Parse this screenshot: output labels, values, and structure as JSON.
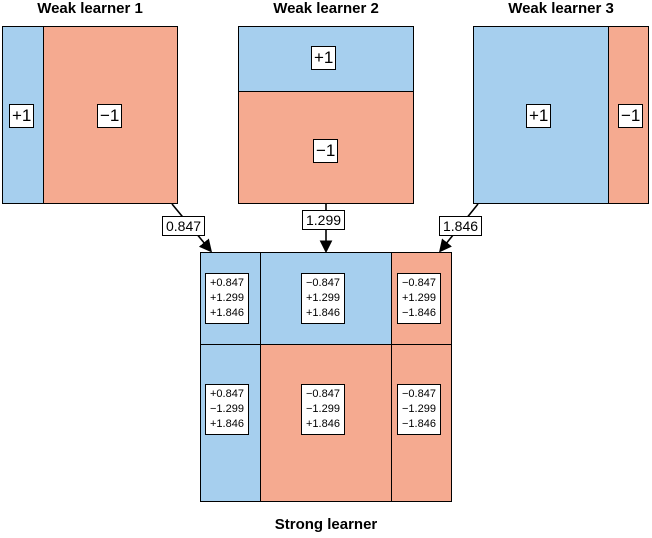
{
  "weak_learners": [
    {
      "title": "Weak learner 1",
      "labels": [
        "+1",
        "−1"
      ],
      "weight": "0.847"
    },
    {
      "title": "Weak learner 2",
      "labels": [
        "+1",
        "−1"
      ],
      "weight": "1.299"
    },
    {
      "title": "Weak learner 3",
      "labels": [
        "+1",
        "−1"
      ],
      "weight": "1.846"
    }
  ],
  "strong_learner": {
    "title": "Strong learner",
    "cells": [
      [
        "+0.847",
        "+1.299",
        "+1.846"
      ],
      [
        "−0.847",
        "+1.299",
        "+1.846"
      ],
      [
        "−0.847",
        "+1.299",
        "−1.846"
      ],
      [
        "+0.847",
        "−1.299",
        "+1.846"
      ],
      [
        "−0.847",
        "−1.299",
        "+1.846"
      ],
      [
        "−0.847",
        "−1.299",
        "−1.846"
      ]
    ]
  },
  "colors": {
    "positive": "#a6cfee",
    "negative": "#f5aa90"
  }
}
